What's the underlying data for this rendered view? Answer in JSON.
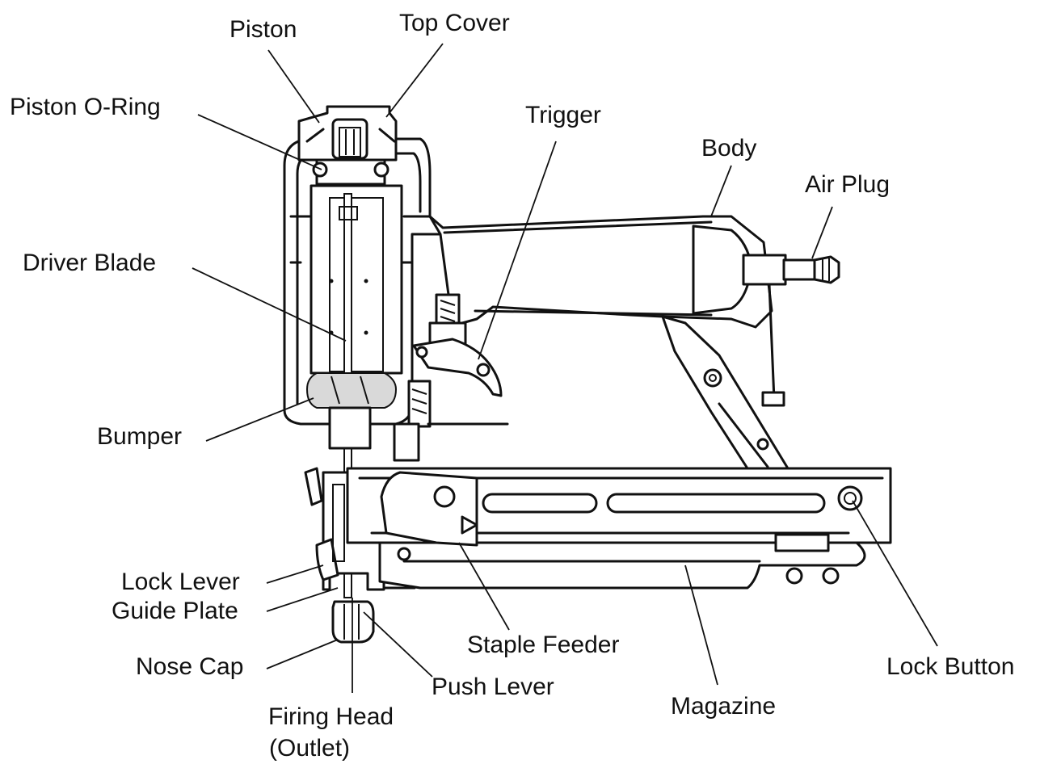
{
  "labels": {
    "piston": "Piston",
    "top_cover": "Top Cover",
    "piston_o_ring": "Piston O-Ring",
    "trigger": "Trigger",
    "body": "Body",
    "air_plug": "Air Plug",
    "driver_blade": "Driver Blade",
    "bumper": "Bumper",
    "lock_lever": "Lock Lever",
    "guide_plate": "Guide Plate",
    "staple_feeder": "Staple Feeder",
    "nose_cap": "Nose Cap",
    "lock_button": "Lock Button",
    "push_lever": "Push Lever",
    "magazine": "Magazine",
    "firing_head_line1": "Firing Head",
    "firing_head_line2": "(Outlet)"
  }
}
